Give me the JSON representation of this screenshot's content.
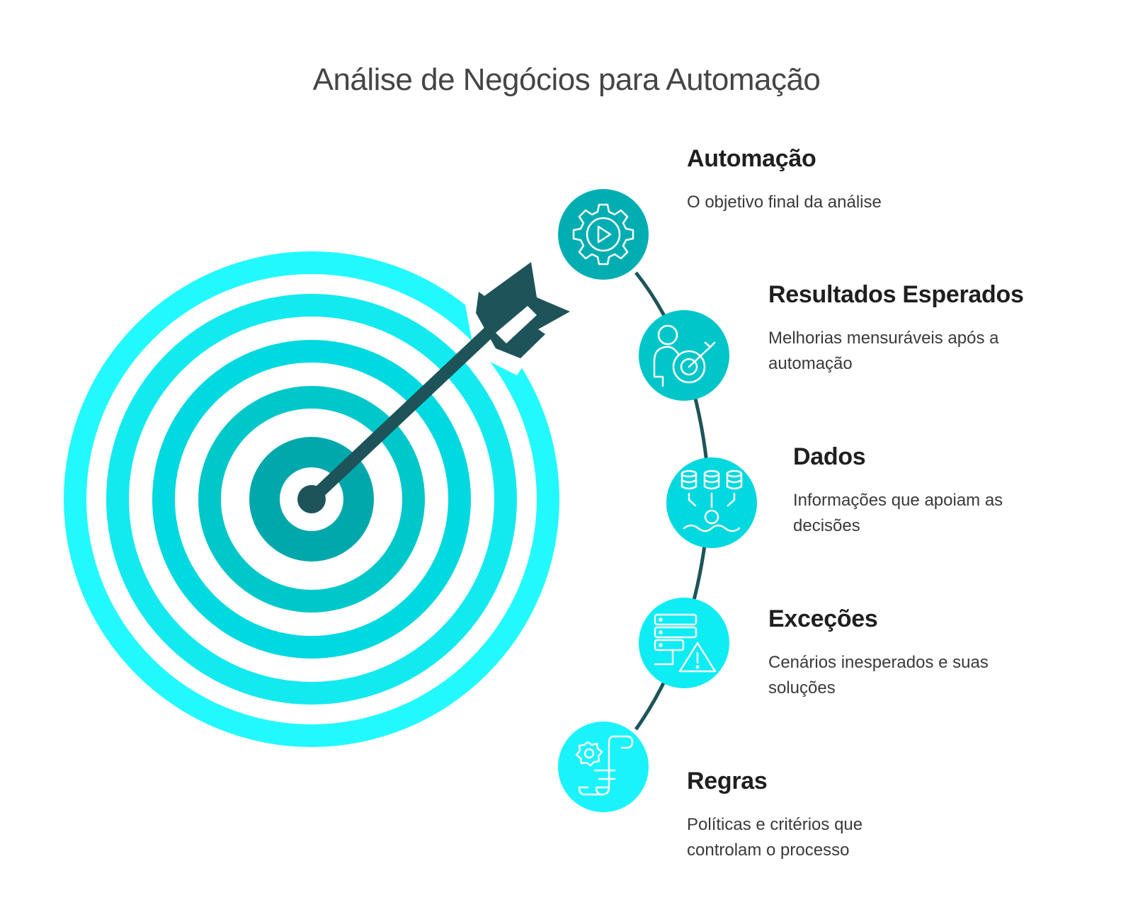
{
  "title": "Análise de Negócios para Automação",
  "colors": {
    "ring_outer": "#22f9ff",
    "ring_2": "#13eaf0",
    "ring_3": "#00d9df",
    "ring_4": "#00c7ca",
    "ring_center": "#00a8ab",
    "arrow": "#1e5459",
    "connector": "#1e5459",
    "icon_stroke": "#ffffff"
  },
  "steps": [
    {
      "title": "Automação",
      "description": "O objetivo final da análise",
      "icon": "gear-play-icon",
      "color": "#00aeb2"
    },
    {
      "title": "Resultados Esperados",
      "description": "Melhorias mensuráveis após a automação",
      "icon": "person-target-icon",
      "color": "#00c6c9"
    },
    {
      "title": "Dados",
      "description": "Informações que apoiam as decisões",
      "icon": "databases-icon",
      "color": "#02d8df"
    },
    {
      "title": "Exceções",
      "description": "Cenários inesperados e suas soluções",
      "icon": "server-warning-icon",
      "color": "#0eecf4"
    },
    {
      "title": "Regras",
      "description": "Políticas e critérios que controlam o processo",
      "icon": "gear-scroll-icon",
      "color": "#1bf3fb"
    }
  ]
}
